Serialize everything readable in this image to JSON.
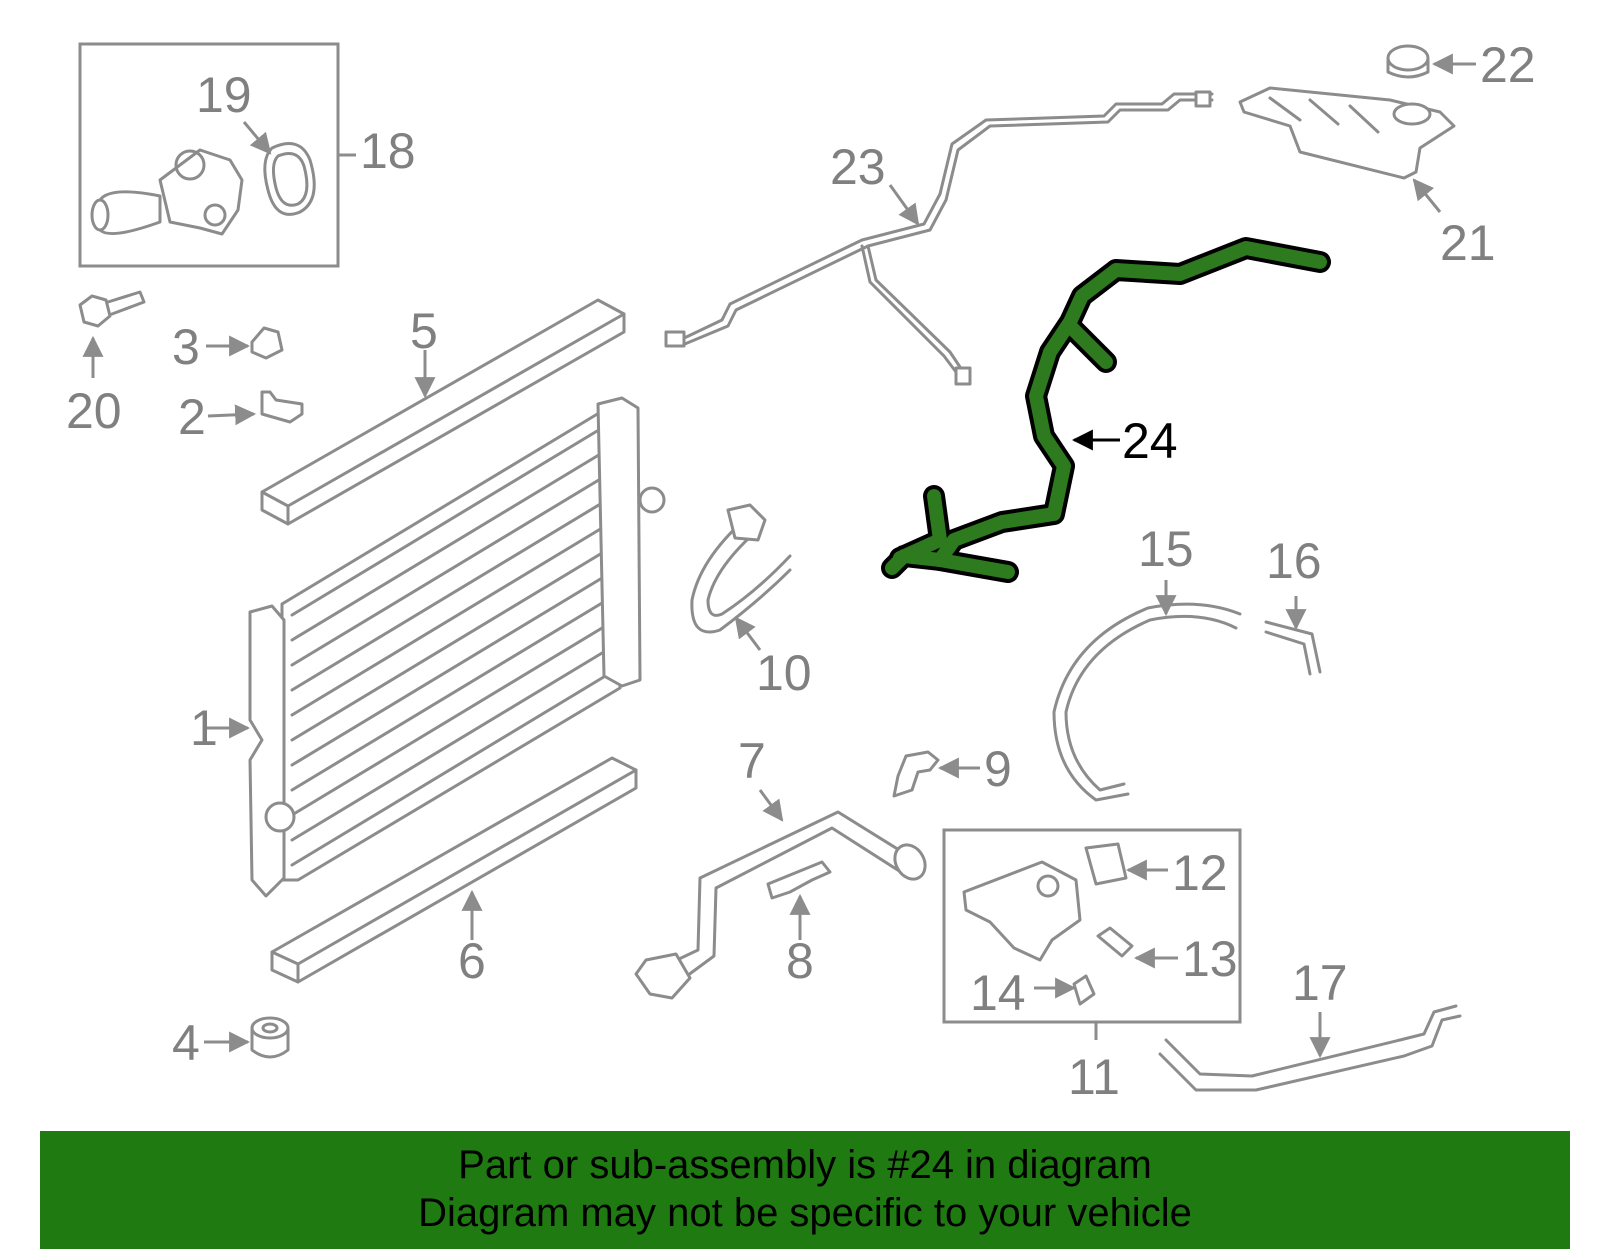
{
  "highlight_color": "#2d7a1f",
  "banner_color": "#1f7a12",
  "callouts": {
    "c1": "1",
    "c2": "2",
    "c3": "3",
    "c4": "4",
    "c5": "5",
    "c6": "6",
    "c7": "7",
    "c8": "8",
    "c9": "9",
    "c10": "10",
    "c11": "11",
    "c12": "12",
    "c13": "13",
    "c14": "14",
    "c15": "15",
    "c16": "16",
    "c17": "17",
    "c18": "18",
    "c19": "19",
    "c20": "20",
    "c21": "21",
    "c22": "22",
    "c23": "23",
    "c24": "24"
  },
  "banner": {
    "line1": "Part or sub-assembly is #24 in diagram",
    "line2": "Diagram may not be specific to your vehicle"
  }
}
